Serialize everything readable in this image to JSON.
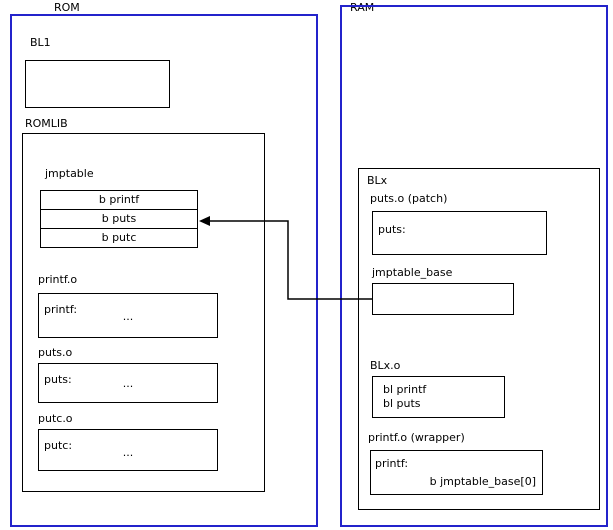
{
  "rom": {
    "label": "ROM",
    "bl1_label": "BL1",
    "romlib_label": "ROMLIB",
    "jmptable": {
      "label": "jmptable",
      "entries": [
        "b printf",
        "b puts",
        "b putc"
      ]
    },
    "objects": [
      {
        "label": "printf.o",
        "symbol": "printf:",
        "body": "..."
      },
      {
        "label": "puts.o",
        "symbol": "puts:",
        "body": "..."
      },
      {
        "label": "putc.o",
        "symbol": "putc:",
        "body": "..."
      }
    ]
  },
  "ram": {
    "label": "RAM",
    "blx_label": "BLx",
    "puts_patch": {
      "label": "puts.o (patch)",
      "symbol": "puts:"
    },
    "jmptable_base_label": "jmptable_base",
    "blx_o": {
      "label": "BLx.o",
      "instructions": [
        "bl printf",
        "bl puts"
      ]
    },
    "printf_wrapper": {
      "label": "printf.o (wrapper)",
      "symbol": "printf:",
      "body": "b jmptable_base[0]"
    }
  }
}
